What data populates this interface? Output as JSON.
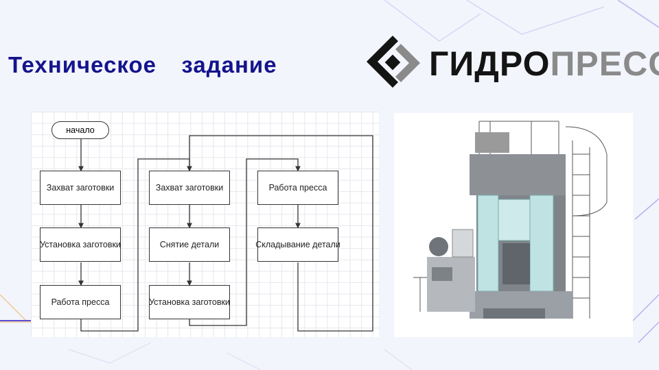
{
  "slide": {
    "title": "Техническое  задание"
  },
  "logo": {
    "part1": "ГИДРО",
    "part2": "ПРЕСС",
    "colors": {
      "dark": "#141414",
      "gray": "#8a8a8a"
    }
  },
  "flowchart": {
    "start": "начало",
    "columns": [
      [
        "Захват заготовки",
        "Установка заготовки",
        "Работа пресса"
      ],
      [
        "Захват заготовки",
        "Снятие детали",
        "Установка заготовки"
      ],
      [
        "Работа пресса",
        "Складывание детали"
      ]
    ]
  },
  "image": {
    "subject": "hydraulic-press-3d-model-icon"
  },
  "colors": {
    "title": "#14148c",
    "background": "#f3f5fc",
    "accent": "#7b6cf0"
  }
}
